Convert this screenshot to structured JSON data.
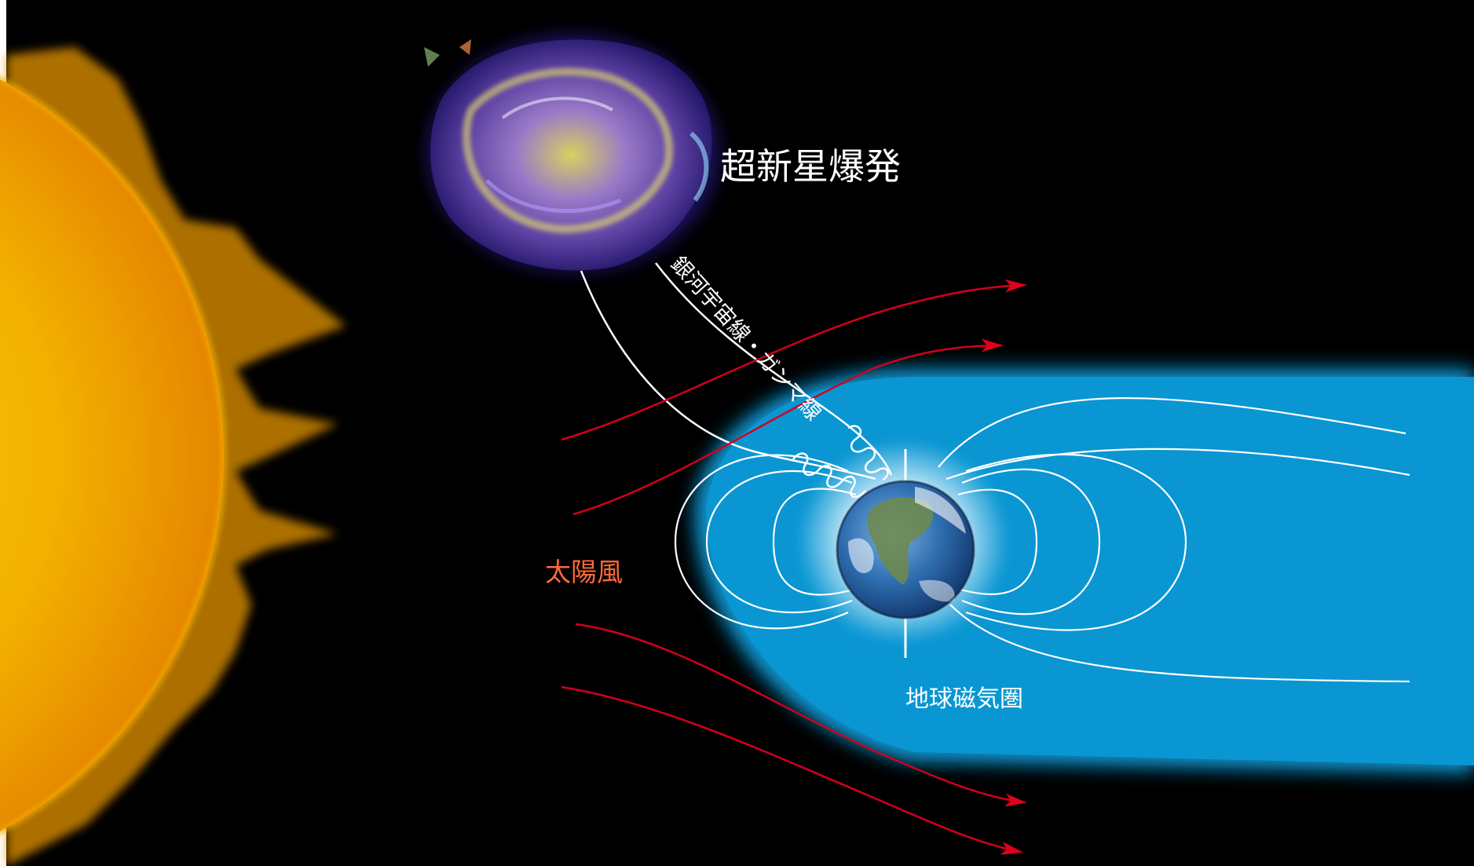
{
  "labels": {
    "supernova": "超新星爆発",
    "cosmic_rays": "銀河宇宙線・ガンマ線",
    "solar_wind": "太陽風",
    "magnetosphere": "地球磁気圏"
  },
  "colors": {
    "space": "#000000",
    "sun_core": "#f5c400",
    "sun_edge": "#e88a00",
    "magnetosphere": "#0a96d2",
    "magnetosphere_inner": "#bfe6f7",
    "solar_wind_lines": "#d2001c",
    "solar_wind_label": "#ff6a3a",
    "field_lines": "#ffffff",
    "label_text": "#ffffff"
  },
  "icons": {
    "sun": "sun-icon",
    "supernova": "supernova-remnant-icon",
    "earth": "earth-globe-icon"
  }
}
